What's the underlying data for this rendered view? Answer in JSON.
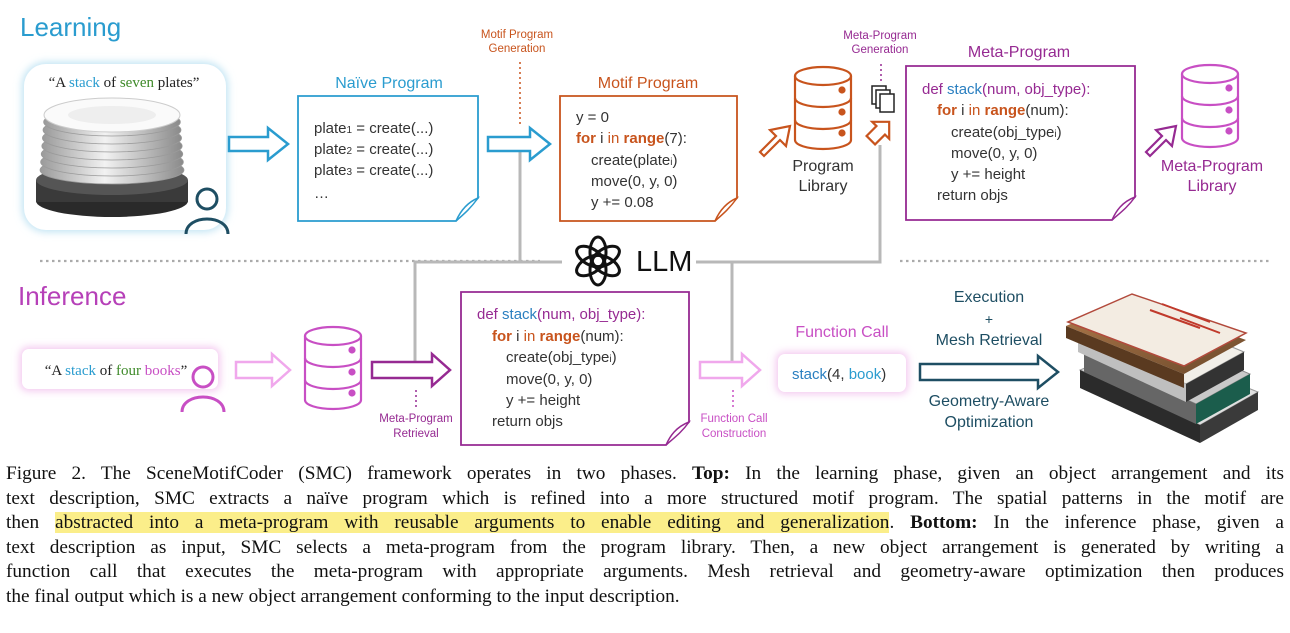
{
  "phases": {
    "learning": "Learning",
    "inference": "Inference"
  },
  "learning": {
    "prompt": {
      "open": "“A ",
      "stack": "stack",
      "of": " of ",
      "count": "seven",
      "plates": " plates”"
    },
    "naive": {
      "title": "Naïve Program",
      "lines": [
        {
          "pre": "plate",
          "sub": "1",
          "post": " = create(...)"
        },
        {
          "pre": "plate",
          "sub": "2",
          "post": " = create(...)"
        },
        {
          "pre": "plate",
          "sub": "3",
          "post": " = create(...)"
        }
      ],
      "ellipsis": "…"
    },
    "motif_gen": [
      "Motif Program",
      "Generation"
    ],
    "motif": {
      "title": "Motif Program",
      "l1": "y = 0",
      "l2_for": "for",
      "l2_i": " i ",
      "l2_in": "in",
      "l2_range": " range",
      "l2_arg": "(7):",
      "l3_a": "create(plate",
      "l3_sub": "i",
      "l3_b": ")",
      "l4": "move(0, y, 0)",
      "l5": "y += 0.08"
    },
    "library": [
      "Program",
      "Library"
    ],
    "meta_gen": [
      "Meta-Program",
      "Generation"
    ],
    "meta": {
      "title": "Meta-Program",
      "l1_def": "def",
      "l1_name": " stack",
      "l1_args": "(num, obj_type):",
      "l2_for": "for",
      "l2_i": " i ",
      "l2_in": "in",
      "l2_range": " range",
      "l2_arg": "(num):",
      "l3_a": "create(obj_type",
      "l3_sub": "i",
      "l3_b": ")",
      "l4": "move(0, y, 0)",
      "l5": "y += height",
      "l6": "return objs"
    },
    "meta_library": [
      "Meta-Program",
      "Library"
    ]
  },
  "llm": "LLM",
  "inference": {
    "prompt": {
      "open": "“A ",
      "stack": "stack",
      "of": " of ",
      "count": "four",
      "books": " books",
      "close": "”"
    },
    "retrieval": [
      "Meta-Program",
      "Retrieval"
    ],
    "meta": {
      "l1_def": "def",
      "l1_name": " stack",
      "l1_args": "(num, obj_type):",
      "l2_for": "for",
      "l2_i": " i ",
      "l2_in": "in",
      "l2_range": " range",
      "l2_arg": "(num):",
      "l3_a": "create(obj_type",
      "l3_sub": "i",
      "l3_b": ")",
      "l4": "move(0, y, 0)",
      "l5": "y += height",
      "l6": "return objs"
    },
    "call_construction": [
      "Function Call",
      "Construction"
    ],
    "function_call": {
      "title": "Function Call",
      "a": "stack",
      "b": "(4, ",
      "c": "book",
      "d": ")"
    },
    "execution": [
      "Execution",
      "+",
      "Mesh Retrieval"
    ],
    "optimization": [
      "Geometry-Aware",
      "Optimization"
    ]
  },
  "caption": {
    "l1_a": "Figure 2. The SceneMotifCoder (SMC) framework operates in two phases.",
    "l1_b": "Top:",
    "l1_c": "In the learning phase, given an object arrangement and its",
    "l2": "text description, SMC extracts a naïve program which is refined into a more structured motif program. The spatial patterns in the motif are",
    "l3_a": "then",
    "l3_hl": "abstracted into a meta-program with reusable arguments to enable editing and generalization",
    "l3_b": ".",
    "l3_c": "Bottom:",
    "l3_d": "In the inference phase, given a",
    "l4": "text description as input, SMC selects a meta-program from the program library. Then, a new object arrangement is generated by writing a",
    "l5": "function call that executes the meta-program with appropriate arguments. Mesh retrieval and geometry-aware optimization then produces",
    "l6": "the final output which is a new object arrangement conforming to the input description."
  },
  "colors": {
    "learning": "#2a9ccf",
    "inference": "#b640b8",
    "naive": "#2a9ccf",
    "motif": "#c8541d",
    "meta": "#962a92",
    "keyword": "#c8541d",
    "name_blue": "#2a7fc0",
    "arg_green": "#3f8a2a",
    "code_text": "#333333",
    "connector": "#b8b8b8",
    "arrow_blue": "#2a9ccf",
    "arrow_pink": "#c84fc4",
    "arrow_orange": "#c8541d",
    "person_dark": "#1e4e63",
    "person_pink": "#c84fc4",
    "highlight": "#fbee8a"
  }
}
